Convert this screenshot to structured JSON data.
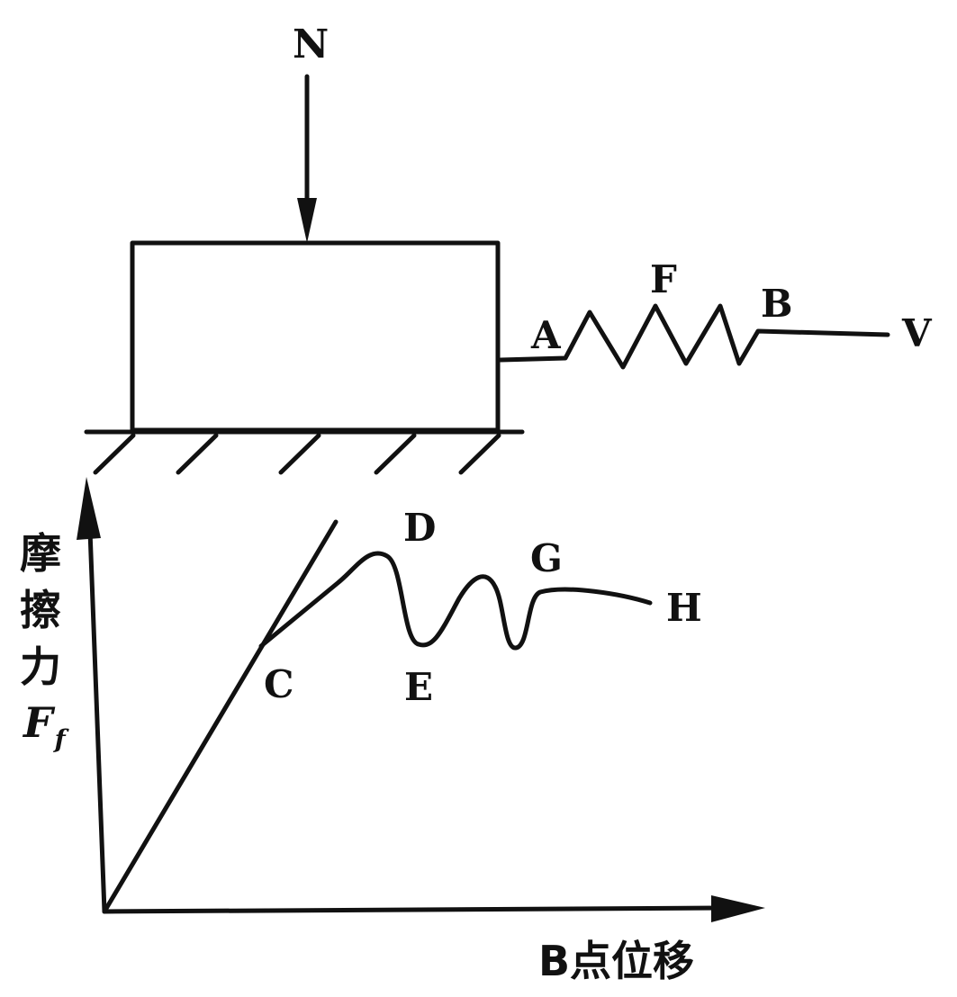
{
  "diagram": {
    "labels": {
      "normal_force": "N",
      "spring_force": "F",
      "point_a": "A",
      "point_b": "B",
      "velocity": "V",
      "point_c": "C",
      "point_d": "D",
      "point_e": "E",
      "point_g": "G",
      "point_h": "H"
    },
    "y_axis": {
      "label_chars": [
        "摩",
        "擦",
        "力"
      ],
      "symbol": "F",
      "symbol_subscript": "f"
    },
    "x_axis": {
      "label": "B点位移"
    },
    "colors": {
      "ink": "#111111",
      "background": "#ffffff"
    }
  }
}
